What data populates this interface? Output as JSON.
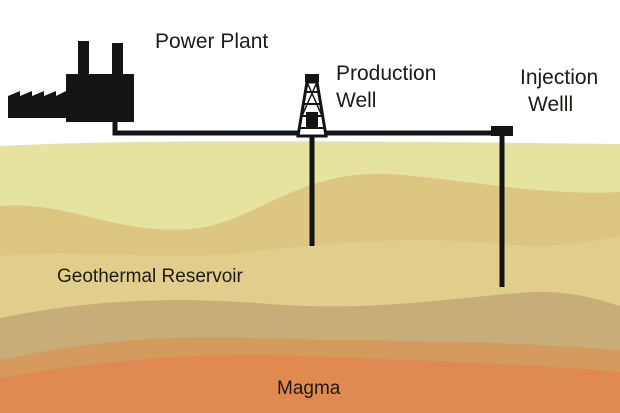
{
  "labels": {
    "power_plant": "Power Plant",
    "production_well_line1": "Production",
    "production_well_line2": "Well",
    "injection_well_line1": "Injection",
    "injection_well_line2": "Welll",
    "geothermal_reservoir": "Geothermal Reservoir",
    "magma": "Magma"
  },
  "colors": {
    "sky": "#ffffff",
    "topsoil": "#e6e3a0",
    "soil_middle": "#d8c27e",
    "reservoir_layer": "#e3cf8d",
    "lower_band": "#c9b078",
    "magma": "#e08a52",
    "pipe": "#141414"
  },
  "icons": [
    "factory-icon",
    "drilling-rig-icon",
    "wellhead-icon"
  ]
}
